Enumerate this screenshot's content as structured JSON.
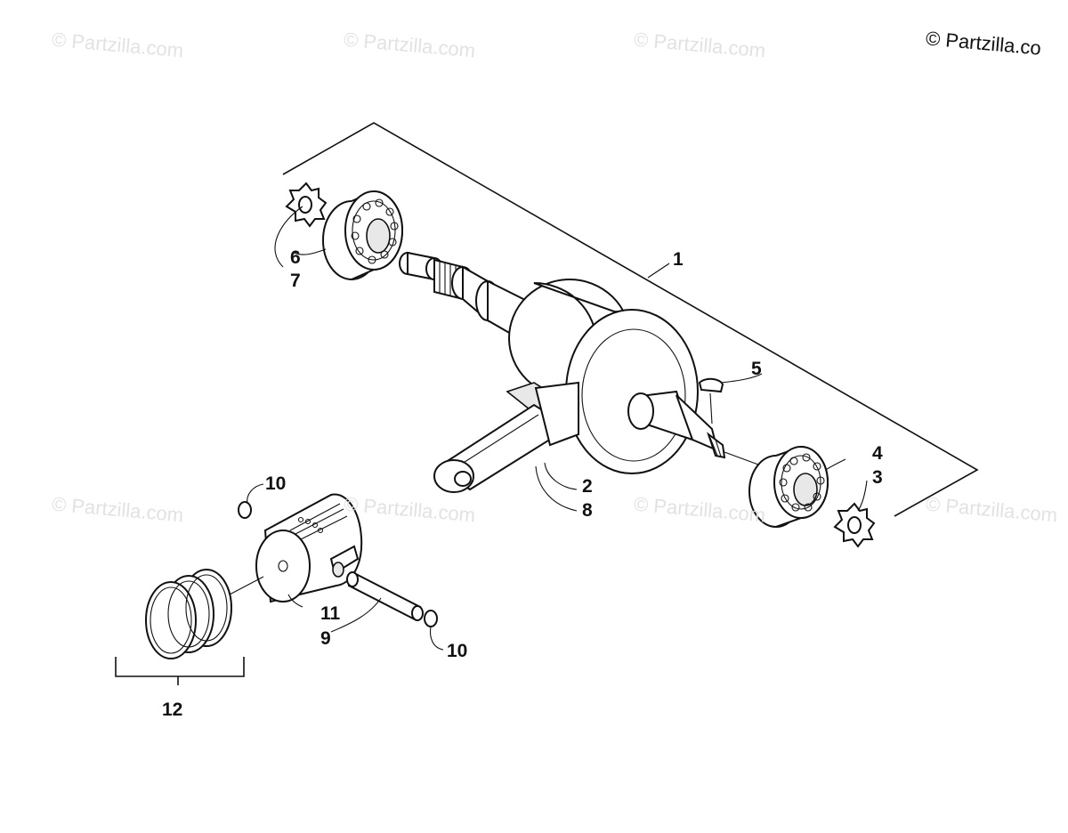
{
  "watermark": {
    "faint_text": "© Partzilla.com",
    "main_text": "© Partzilla.co"
  },
  "callouts": {
    "c1": "1",
    "c2": "2",
    "c3": "3",
    "c4": "4",
    "c5": "5",
    "c6": "6",
    "c7": "7",
    "c8": "8",
    "c9": "9",
    "c10a": "10",
    "c10b": "10",
    "c11": "11",
    "c12": "12"
  },
  "colors": {
    "line": "#111111",
    "watermark": "#e2e2e2",
    "background": "#ffffff"
  }
}
